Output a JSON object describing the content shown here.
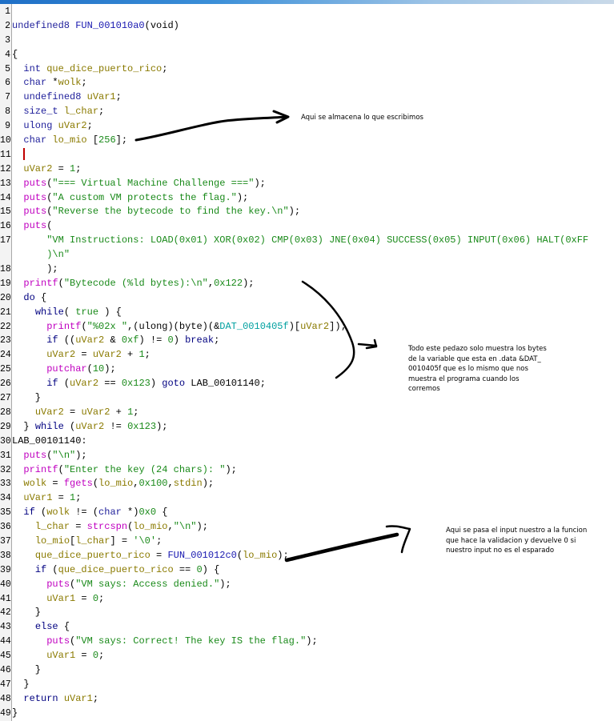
{
  "window": {
    "title_bar": ""
  },
  "code": {
    "lines": [
      {
        "n": "1",
        "parts": []
      },
      {
        "n": "2",
        "parts": [
          [
            "ty",
            "undefined8 "
          ],
          [
            "fnu",
            "FUN_001010a0"
          ],
          [
            "",
            "(void)"
          ]
        ]
      },
      {
        "n": "3",
        "parts": []
      },
      {
        "n": "4",
        "parts": [
          [
            "",
            "{"
          ]
        ]
      },
      {
        "n": "5",
        "parts": [
          [
            "",
            "  "
          ],
          [
            "ty",
            "int "
          ],
          [
            "var",
            "que_dice_puerto_rico"
          ],
          [
            "",
            ";"
          ]
        ]
      },
      {
        "n": "6",
        "parts": [
          [
            "",
            "  "
          ],
          [
            "ty",
            "char "
          ],
          [
            "",
            "*"
          ],
          [
            "var",
            "wolk"
          ],
          [
            "",
            ";"
          ]
        ]
      },
      {
        "n": "7",
        "parts": [
          [
            "",
            "  "
          ],
          [
            "ty",
            "undefined8 "
          ],
          [
            "var",
            "uVar1"
          ],
          [
            "",
            ";"
          ]
        ]
      },
      {
        "n": "8",
        "parts": [
          [
            "",
            "  "
          ],
          [
            "ty",
            "size_t "
          ],
          [
            "var",
            "l_char"
          ],
          [
            "",
            ";"
          ]
        ]
      },
      {
        "n": "9",
        "parts": [
          [
            "",
            "  "
          ],
          [
            "ty",
            "ulong "
          ],
          [
            "var",
            "uVar2"
          ],
          [
            "",
            ";"
          ]
        ]
      },
      {
        "n": "10",
        "parts": [
          [
            "",
            "  "
          ],
          [
            "ty",
            "char "
          ],
          [
            "var",
            "lo_mio "
          ],
          [
            "",
            "["
          ],
          [
            "num",
            "256"
          ],
          [
            "",
            "];"
          ]
        ]
      },
      {
        "n": "11",
        "parts": [
          [
            "",
            "  "
          ],
          [
            "cursor",
            ""
          ]
        ]
      },
      {
        "n": "12",
        "parts": [
          [
            "",
            "  "
          ],
          [
            "var",
            "uVar2"
          ],
          [
            "",
            " = "
          ],
          [
            "num",
            "1"
          ],
          [
            "",
            ";"
          ]
        ]
      },
      {
        "n": "13",
        "parts": [
          [
            "",
            "  "
          ],
          [
            "fn",
            "puts"
          ],
          [
            "",
            "("
          ],
          [
            "str",
            "\"=== Virtual Machine Challenge ===\""
          ],
          [
            "",
            ");"
          ]
        ]
      },
      {
        "n": "14",
        "parts": [
          [
            "",
            "  "
          ],
          [
            "fn",
            "puts"
          ],
          [
            "",
            "("
          ],
          [
            "str",
            "\"A custom VM protects the flag.\""
          ],
          [
            "",
            ");"
          ]
        ]
      },
      {
        "n": "15",
        "parts": [
          [
            "",
            "  "
          ],
          [
            "fn",
            "puts"
          ],
          [
            "",
            "("
          ],
          [
            "str",
            "\"Reverse the bytecode to find the key.\\n\""
          ],
          [
            "",
            ");"
          ]
        ]
      },
      {
        "n": "16",
        "parts": [
          [
            "",
            "  "
          ],
          [
            "fn",
            "puts"
          ],
          [
            "",
            "("
          ]
        ]
      },
      {
        "n": "17",
        "parts": [
          [
            "",
            "      "
          ],
          [
            "str",
            "\"VM Instructions: LOAD(0x01) XOR(0x02) CMP(0x03) JNE(0x04) SUCCESS(0x05) INPUT(0x06) HALT(0xFF"
          ]
        ]
      },
      {
        "n": "",
        "parts": [
          [
            "",
            "      "
          ],
          [
            "str",
            ")\\n\""
          ]
        ]
      },
      {
        "n": "18",
        "parts": [
          [
            "",
            "      );"
          ]
        ]
      },
      {
        "n": "19",
        "parts": [
          [
            "",
            "  "
          ],
          [
            "fn",
            "printf"
          ],
          [
            "",
            "("
          ],
          [
            "str",
            "\"Bytecode (%ld bytes):\\n\""
          ],
          [
            "",
            ","
          ],
          [
            "num",
            "0x122"
          ],
          [
            "",
            ");"
          ]
        ]
      },
      {
        "n": "20",
        "parts": [
          [
            "",
            "  "
          ],
          [
            "kw",
            "do"
          ],
          [
            "",
            " {"
          ]
        ]
      },
      {
        "n": "21",
        "parts": [
          [
            "",
            "    "
          ],
          [
            "kw",
            "while"
          ],
          [
            "",
            "( "
          ],
          [
            "num",
            "true"
          ],
          [
            "",
            " ) {"
          ]
        ]
      },
      {
        "n": "22",
        "parts": [
          [
            "",
            "      "
          ],
          [
            "fn",
            "printf"
          ],
          [
            "",
            "("
          ],
          [
            "str",
            "\"%02x \""
          ],
          [
            "",
            ",(ulong)(byte)(&"
          ],
          [
            "glb",
            "DAT_0010405f"
          ],
          [
            "",
            ")["
          ],
          [
            "var",
            "uVar2"
          ],
          [
            "",
            "]);"
          ]
        ]
      },
      {
        "n": "23",
        "parts": [
          [
            "",
            "      "
          ],
          [
            "kw",
            "if"
          ],
          [
            "",
            " (("
          ],
          [
            "var",
            "uVar2"
          ],
          [
            "",
            " & "
          ],
          [
            "num",
            "0xf"
          ],
          [
            "",
            ") != "
          ],
          [
            "num",
            "0"
          ],
          [
            "",
            ") "
          ],
          [
            "kw",
            "break"
          ],
          [
            "",
            ";"
          ]
        ]
      },
      {
        "n": "24",
        "parts": [
          [
            "",
            "      "
          ],
          [
            "var",
            "uVar2"
          ],
          [
            "",
            " = "
          ],
          [
            "var",
            "uVar2"
          ],
          [
            "",
            " + "
          ],
          [
            "num",
            "1"
          ],
          [
            "",
            ";"
          ]
        ]
      },
      {
        "n": "25",
        "parts": [
          [
            "",
            "      "
          ],
          [
            "fn",
            "putchar"
          ],
          [
            "",
            "("
          ],
          [
            "num",
            "10"
          ],
          [
            "",
            ");"
          ]
        ]
      },
      {
        "n": "26",
        "parts": [
          [
            "",
            "      "
          ],
          [
            "kw",
            "if"
          ],
          [
            "",
            " ("
          ],
          [
            "var",
            "uVar2"
          ],
          [
            "",
            " == "
          ],
          [
            "num",
            "0x123"
          ],
          [
            "",
            ") "
          ],
          [
            "kw",
            "goto"
          ],
          [
            "",
            " LAB_00101140;"
          ]
        ]
      },
      {
        "n": "27",
        "parts": [
          [
            "",
            "    }"
          ]
        ]
      },
      {
        "n": "28",
        "parts": [
          [
            "",
            "    "
          ],
          [
            "var",
            "uVar2"
          ],
          [
            "",
            " = "
          ],
          [
            "var",
            "uVar2"
          ],
          [
            "",
            " + "
          ],
          [
            "num",
            "1"
          ],
          [
            "",
            ";"
          ]
        ]
      },
      {
        "n": "29",
        "parts": [
          [
            "",
            "  } "
          ],
          [
            "kw",
            "while"
          ],
          [
            "",
            " ("
          ],
          [
            "var",
            "uVar2"
          ],
          [
            "",
            " != "
          ],
          [
            "num",
            "0x123"
          ],
          [
            "",
            ");"
          ]
        ]
      },
      {
        "n": "30",
        "parts": [
          [
            "",
            "LAB_00101140:"
          ]
        ]
      },
      {
        "n": "31",
        "parts": [
          [
            "",
            "  "
          ],
          [
            "fn",
            "puts"
          ],
          [
            "",
            "("
          ],
          [
            "str",
            "\"\\n\""
          ],
          [
            "",
            ");"
          ]
        ]
      },
      {
        "n": "32",
        "parts": [
          [
            "",
            "  "
          ],
          [
            "fn",
            "printf"
          ],
          [
            "",
            "("
          ],
          [
            "str",
            "\"Enter the key (24 chars): \""
          ],
          [
            "",
            ");"
          ]
        ]
      },
      {
        "n": "33",
        "parts": [
          [
            "",
            "  "
          ],
          [
            "var",
            "wolk"
          ],
          [
            "",
            " = "
          ],
          [
            "fn",
            "fgets"
          ],
          [
            "",
            "("
          ],
          [
            "var",
            "lo_mio"
          ],
          [
            "",
            ","
          ],
          [
            "num",
            "0x100"
          ],
          [
            "",
            ","
          ],
          [
            "var",
            "stdin"
          ],
          [
            "",
            ");"
          ]
        ]
      },
      {
        "n": "34",
        "parts": [
          [
            "",
            "  "
          ],
          [
            "var",
            "uVar1"
          ],
          [
            "",
            " = "
          ],
          [
            "num",
            "1"
          ],
          [
            "",
            ";"
          ]
        ]
      },
      {
        "n": "35",
        "parts": [
          [
            "",
            "  "
          ],
          [
            "kw",
            "if"
          ],
          [
            "",
            " ("
          ],
          [
            "var",
            "wolk"
          ],
          [
            "",
            " != ("
          ],
          [
            "ty",
            "char"
          ],
          [
            "",
            " *)"
          ],
          [
            "num",
            "0x0"
          ],
          [
            "",
            " {"
          ]
        ]
      },
      {
        "n": "36",
        "parts": [
          [
            "",
            "    "
          ],
          [
            "var",
            "l_char"
          ],
          [
            "",
            " = "
          ],
          [
            "fn",
            "strcspn"
          ],
          [
            "",
            "("
          ],
          [
            "var",
            "lo_mio"
          ],
          [
            "",
            ","
          ],
          [
            "str",
            "\"\\n\""
          ],
          [
            "",
            ");"
          ]
        ]
      },
      {
        "n": "37",
        "parts": [
          [
            "",
            "    "
          ],
          [
            "var",
            "lo_mio"
          ],
          [
            "",
            "["
          ],
          [
            "var",
            "l_char"
          ],
          [
            "",
            "] = "
          ],
          [
            "str",
            "'\\0'"
          ],
          [
            "",
            ";"
          ]
        ]
      },
      {
        "n": "38",
        "parts": [
          [
            "",
            "    "
          ],
          [
            "var",
            "que_dice_puerto_rico"
          ],
          [
            "",
            " = "
          ],
          [
            "fnu",
            "FUN_001012c0"
          ],
          [
            "",
            "("
          ],
          [
            "var",
            "lo_mio"
          ],
          [
            "",
            ");"
          ]
        ]
      },
      {
        "n": "39",
        "parts": [
          [
            "",
            "    "
          ],
          [
            "kw",
            "if"
          ],
          [
            "",
            " ("
          ],
          [
            "var",
            "que_dice_puerto_rico"
          ],
          [
            "",
            " == "
          ],
          [
            "num",
            "0"
          ],
          [
            "",
            ") {"
          ]
        ]
      },
      {
        "n": "40",
        "parts": [
          [
            "",
            "      "
          ],
          [
            "fn",
            "puts"
          ],
          [
            "",
            "("
          ],
          [
            "str",
            "\"VM says: Access denied.\""
          ],
          [
            "",
            ");"
          ]
        ]
      },
      {
        "n": "41",
        "parts": [
          [
            "",
            "      "
          ],
          [
            "var",
            "uVar1"
          ],
          [
            "",
            " = "
          ],
          [
            "num",
            "0"
          ],
          [
            "",
            ";"
          ]
        ]
      },
      {
        "n": "42",
        "parts": [
          [
            "",
            "    }"
          ]
        ]
      },
      {
        "n": "43",
        "parts": [
          [
            "",
            "    "
          ],
          [
            "kw",
            "else"
          ],
          [
            "",
            " {"
          ]
        ]
      },
      {
        "n": "44",
        "parts": [
          [
            "",
            "      "
          ],
          [
            "fn",
            "puts"
          ],
          [
            "",
            "("
          ],
          [
            "str",
            "\"VM says: Correct! The key IS the flag.\""
          ],
          [
            "",
            ");"
          ]
        ]
      },
      {
        "n": "45",
        "parts": [
          [
            "",
            "      "
          ],
          [
            "var",
            "uVar1"
          ],
          [
            "",
            " = "
          ],
          [
            "num",
            "0"
          ],
          [
            "",
            ";"
          ]
        ]
      },
      {
        "n": "46",
        "parts": [
          [
            "",
            "    }"
          ]
        ]
      },
      {
        "n": "47",
        "parts": [
          [
            "",
            "  }"
          ]
        ]
      },
      {
        "n": "48",
        "parts": [
          [
            "",
            "  "
          ],
          [
            "kw",
            "return "
          ],
          [
            "var",
            "uVar1"
          ],
          [
            "",
            ";"
          ]
        ]
      },
      {
        "n": "49",
        "parts": [
          [
            "",
            "}"
          ]
        ]
      }
    ]
  },
  "annotations": {
    "note1": "Aqui se almacena lo que escribimos",
    "note2": [
      "Todo este pedazo solo muestra los bytes",
      "de la variable que esta en .data &DAT_",
      "0010405f que es lo mismo que nos",
      "muestra el programa cuando los",
      "corremos"
    ],
    "note3": [
      "Aqui se pasa el input nuestro a la funcion",
      "que hace la validacion y devuelve 0 si",
      "nuestro input no es el esparado"
    ]
  }
}
